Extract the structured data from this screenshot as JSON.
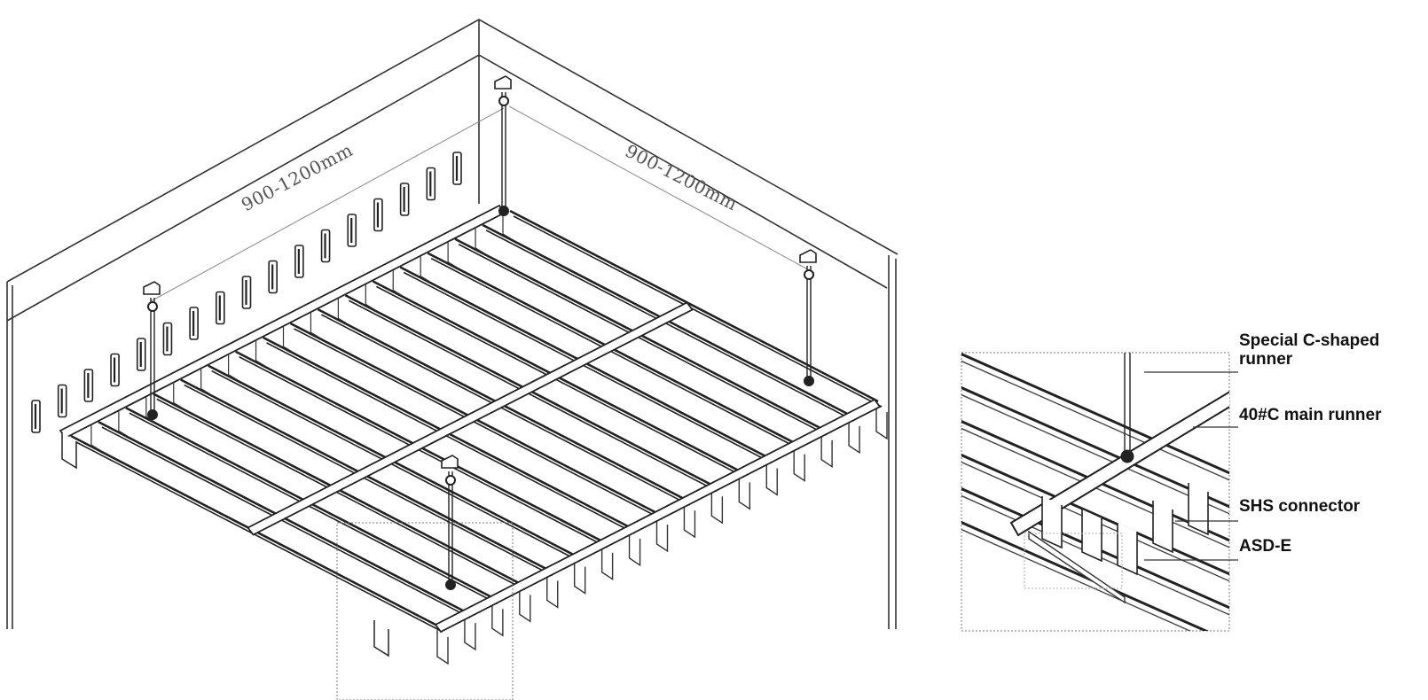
{
  "dimensions": {
    "left_span": "900-1200mm",
    "right_span": "900-1200mm"
  },
  "detail_callouts": {
    "c_shaped_runner": "Special C-shaped\nrunner",
    "main_runner": "40#C main runner",
    "shs_connector": "SHS connector",
    "asd_e": "ASD-E"
  },
  "colors": {
    "line": "#222222",
    "guide": "#888888",
    "background": "#ffffff"
  }
}
